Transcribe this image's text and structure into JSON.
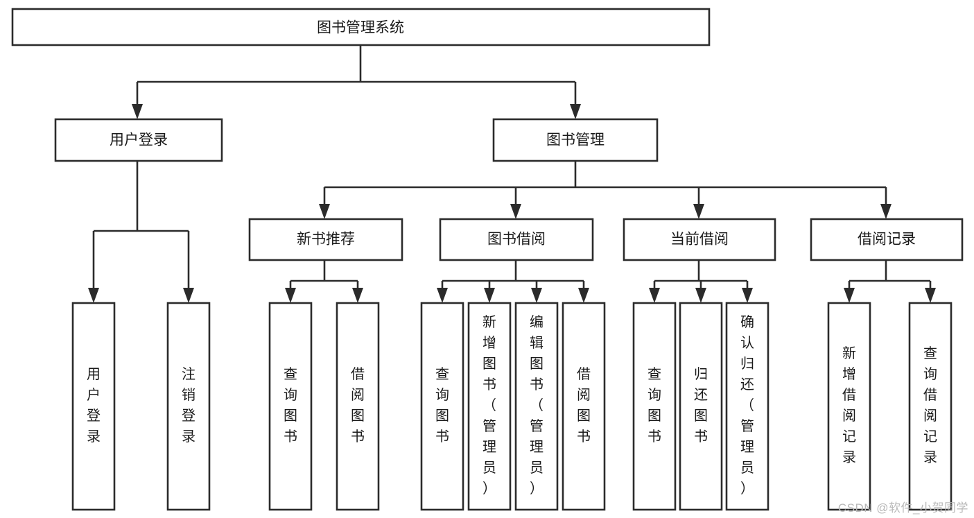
{
  "diagram": {
    "title": "图书管理系统",
    "type": "tree",
    "orientation": "top-down",
    "colors": {
      "background": "#ffffff",
      "box_fill": "#ffffff",
      "box_stroke": "#2b2b2b",
      "edge": "#2b2b2b",
      "text": "#1a1a1a",
      "watermark": "#b9b9b9"
    },
    "nodes": {
      "root": {
        "id": "root",
        "label": "图书管理系统",
        "level": 0,
        "text_orientation": "horizontal"
      },
      "level1": [
        {
          "id": "user-login",
          "label": "用户登录",
          "text_orientation": "horizontal"
        },
        {
          "id": "book-manage",
          "label": "图书管理",
          "text_orientation": "horizontal"
        }
      ],
      "level2": [
        {
          "id": "new-book-recommend",
          "label": "新书推荐",
          "parent": "book-manage",
          "text_orientation": "horizontal"
        },
        {
          "id": "book-borrow",
          "label": "图书借阅",
          "parent": "book-manage",
          "text_orientation": "horizontal"
        },
        {
          "id": "current-borrow",
          "label": "当前借阅",
          "parent": "book-manage",
          "text_orientation": "horizontal"
        },
        {
          "id": "borrow-record",
          "label": "借阅记录",
          "parent": "book-manage",
          "text_orientation": "horizontal"
        }
      ],
      "leaves": [
        {
          "id": "leaf-user-login",
          "label": "用户登录",
          "parent": "user-login",
          "text_orientation": "vertical"
        },
        {
          "id": "leaf-user-logout",
          "label": "注销登录",
          "parent": "user-login",
          "text_orientation": "vertical"
        },
        {
          "id": "leaf-query-book-1",
          "label": "查询图书",
          "parent": "new-book-recommend",
          "text_orientation": "vertical"
        },
        {
          "id": "leaf-borrow-book-1",
          "label": "借阅图书",
          "parent": "new-book-recommend",
          "text_orientation": "vertical"
        },
        {
          "id": "leaf-query-book-2",
          "label": "查询图书",
          "parent": "book-borrow",
          "text_orientation": "vertical"
        },
        {
          "id": "leaf-add-book",
          "label": "新增图书（管理员）",
          "parent": "book-borrow",
          "text_orientation": "vertical"
        },
        {
          "id": "leaf-edit-book",
          "label": "编辑图书（管理员）",
          "parent": "book-borrow",
          "text_orientation": "vertical"
        },
        {
          "id": "leaf-borrow-book-2",
          "label": "借阅图书",
          "parent": "book-borrow",
          "text_orientation": "vertical"
        },
        {
          "id": "leaf-query-book-3",
          "label": "查询图书",
          "parent": "current-borrow",
          "text_orientation": "vertical"
        },
        {
          "id": "leaf-return-book",
          "label": "归还图书",
          "parent": "current-borrow",
          "text_orientation": "vertical"
        },
        {
          "id": "leaf-confirm-return",
          "label": "确认归还（管理员）",
          "parent": "current-borrow",
          "text_orientation": "vertical"
        },
        {
          "id": "leaf-add-record",
          "label": "新增借阅记录",
          "parent": "borrow-record",
          "text_orientation": "vertical"
        },
        {
          "id": "leaf-query-record",
          "label": "查询借阅记录",
          "parent": "borrow-record",
          "text_orientation": "vertical"
        }
      ]
    },
    "watermark": "CSDN @软件_小贺同学"
  }
}
